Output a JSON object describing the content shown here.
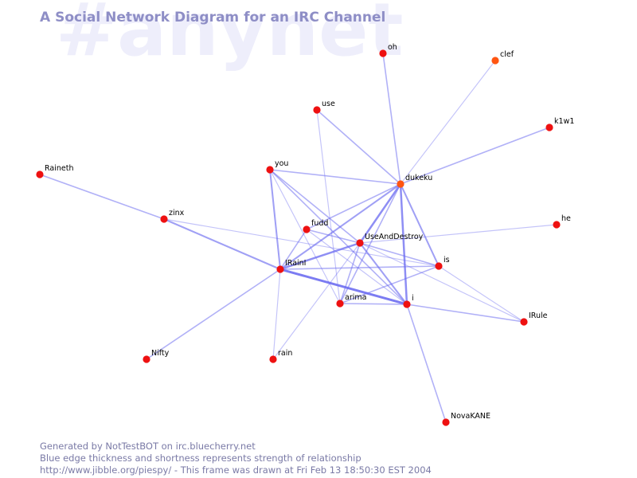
{
  "watermark": "#anynet",
  "title": "A Social Network Diagram for an IRC Channel",
  "colors": {
    "edge": "#6a6af0",
    "node": "#ee1111",
    "node_highlight": "#ff5511",
    "title": "#8e8ec6",
    "footer": "#7a7aa6",
    "watermark": "#eeeefb"
  },
  "nodes": [
    {
      "id": "oh",
      "label": "oh"
    },
    {
      "id": "clef",
      "label": "clef",
      "highlight": true
    },
    {
      "id": "use",
      "label": "use"
    },
    {
      "id": "k1w1",
      "label": "k1w1"
    },
    {
      "id": "Raineth",
      "label": "Raineth"
    },
    {
      "id": "you",
      "label": "you"
    },
    {
      "id": "dukeku",
      "label": "dukeku",
      "highlight": true
    },
    {
      "id": "zinx",
      "label": "zinx"
    },
    {
      "id": "he",
      "label": "he"
    },
    {
      "id": "fudd",
      "label": "fudd"
    },
    {
      "id": "UseAndDestroy",
      "label": "UseAndDestroy"
    },
    {
      "id": "IRainI",
      "label": "IRainI"
    },
    {
      "id": "is",
      "label": "is"
    },
    {
      "id": "arima",
      "label": "arima"
    },
    {
      "id": "i",
      "label": "i"
    },
    {
      "id": "IRule",
      "label": "IRule"
    },
    {
      "id": "Nifty",
      "label": "Nifty"
    },
    {
      "id": "rain",
      "label": "rain"
    },
    {
      "id": "NovaKANE",
      "label": "NovaKANE"
    }
  ],
  "edges": [
    {
      "source": "oh",
      "target": "dukeku",
      "weight": 2
    },
    {
      "source": "clef",
      "target": "dukeku",
      "weight": 1
    },
    {
      "source": "k1w1",
      "target": "dukeku",
      "weight": 2
    },
    {
      "source": "use",
      "target": "dukeku",
      "weight": 2
    },
    {
      "source": "use",
      "target": "arima",
      "weight": 1
    },
    {
      "source": "you",
      "target": "dukeku",
      "weight": 2
    },
    {
      "source": "you",
      "target": "IRainI",
      "weight": 3
    },
    {
      "source": "you",
      "target": "UseAndDestroy",
      "weight": 2
    },
    {
      "source": "you",
      "target": "arima",
      "weight": 1
    },
    {
      "source": "you",
      "target": "i",
      "weight": 2
    },
    {
      "source": "Raineth",
      "target": "zinx",
      "weight": 2
    },
    {
      "source": "zinx",
      "target": "IRainI",
      "weight": 3
    },
    {
      "source": "zinx",
      "target": "is",
      "weight": 1
    },
    {
      "source": "dukeku",
      "target": "UseAndDestroy",
      "weight": 4
    },
    {
      "source": "dukeku",
      "target": "i",
      "weight": 4
    },
    {
      "source": "dukeku",
      "target": "IRainI",
      "weight": 3
    },
    {
      "source": "dukeku",
      "target": "is",
      "weight": 3
    },
    {
      "source": "dukeku",
      "target": "fudd",
      "weight": 2
    },
    {
      "source": "dukeku",
      "target": "arima",
      "weight": 2
    },
    {
      "source": "UseAndDestroy",
      "target": "he",
      "weight": 1
    },
    {
      "source": "UseAndDestroy",
      "target": "IRainI",
      "weight": 4
    },
    {
      "source": "UseAndDestroy",
      "target": "i",
      "weight": 3
    },
    {
      "source": "UseAndDestroy",
      "target": "is",
      "weight": 2
    },
    {
      "source": "UseAndDestroy",
      "target": "fudd",
      "weight": 2
    },
    {
      "source": "UseAndDestroy",
      "target": "arima",
      "weight": 2
    },
    {
      "source": "UseAndDestroy",
      "target": "IRule",
      "weight": 1
    },
    {
      "source": "UseAndDestroy",
      "target": "rain",
      "weight": 1
    },
    {
      "source": "IRainI",
      "target": "i",
      "weight": 5
    },
    {
      "source": "IRainI",
      "target": "is",
      "weight": 2
    },
    {
      "source": "IRainI",
      "target": "Nifty",
      "weight": 2
    },
    {
      "source": "IRainI",
      "target": "rain",
      "weight": 1
    },
    {
      "source": "IRainI",
      "target": "fudd",
      "weight": 2
    },
    {
      "source": "is",
      "target": "arima",
      "weight": 2
    },
    {
      "source": "is",
      "target": "IRule",
      "weight": 1
    },
    {
      "source": "i",
      "target": "arima",
      "weight": 2
    },
    {
      "source": "i",
      "target": "NovaKANE",
      "weight": 2
    },
    {
      "source": "i",
      "target": "IRule",
      "weight": 2
    },
    {
      "source": "fudd",
      "target": "i",
      "weight": 1
    }
  ],
  "footer": {
    "line1": "Generated by NotTestBOT on irc.bluecherry.net",
    "line2": "Blue edge thickness and shortness represents strength of relationship",
    "line3": "http://www.jibble.org/piespy/ - This frame was drawn at Fri Feb 13 18:50:30 EST 2004"
  }
}
